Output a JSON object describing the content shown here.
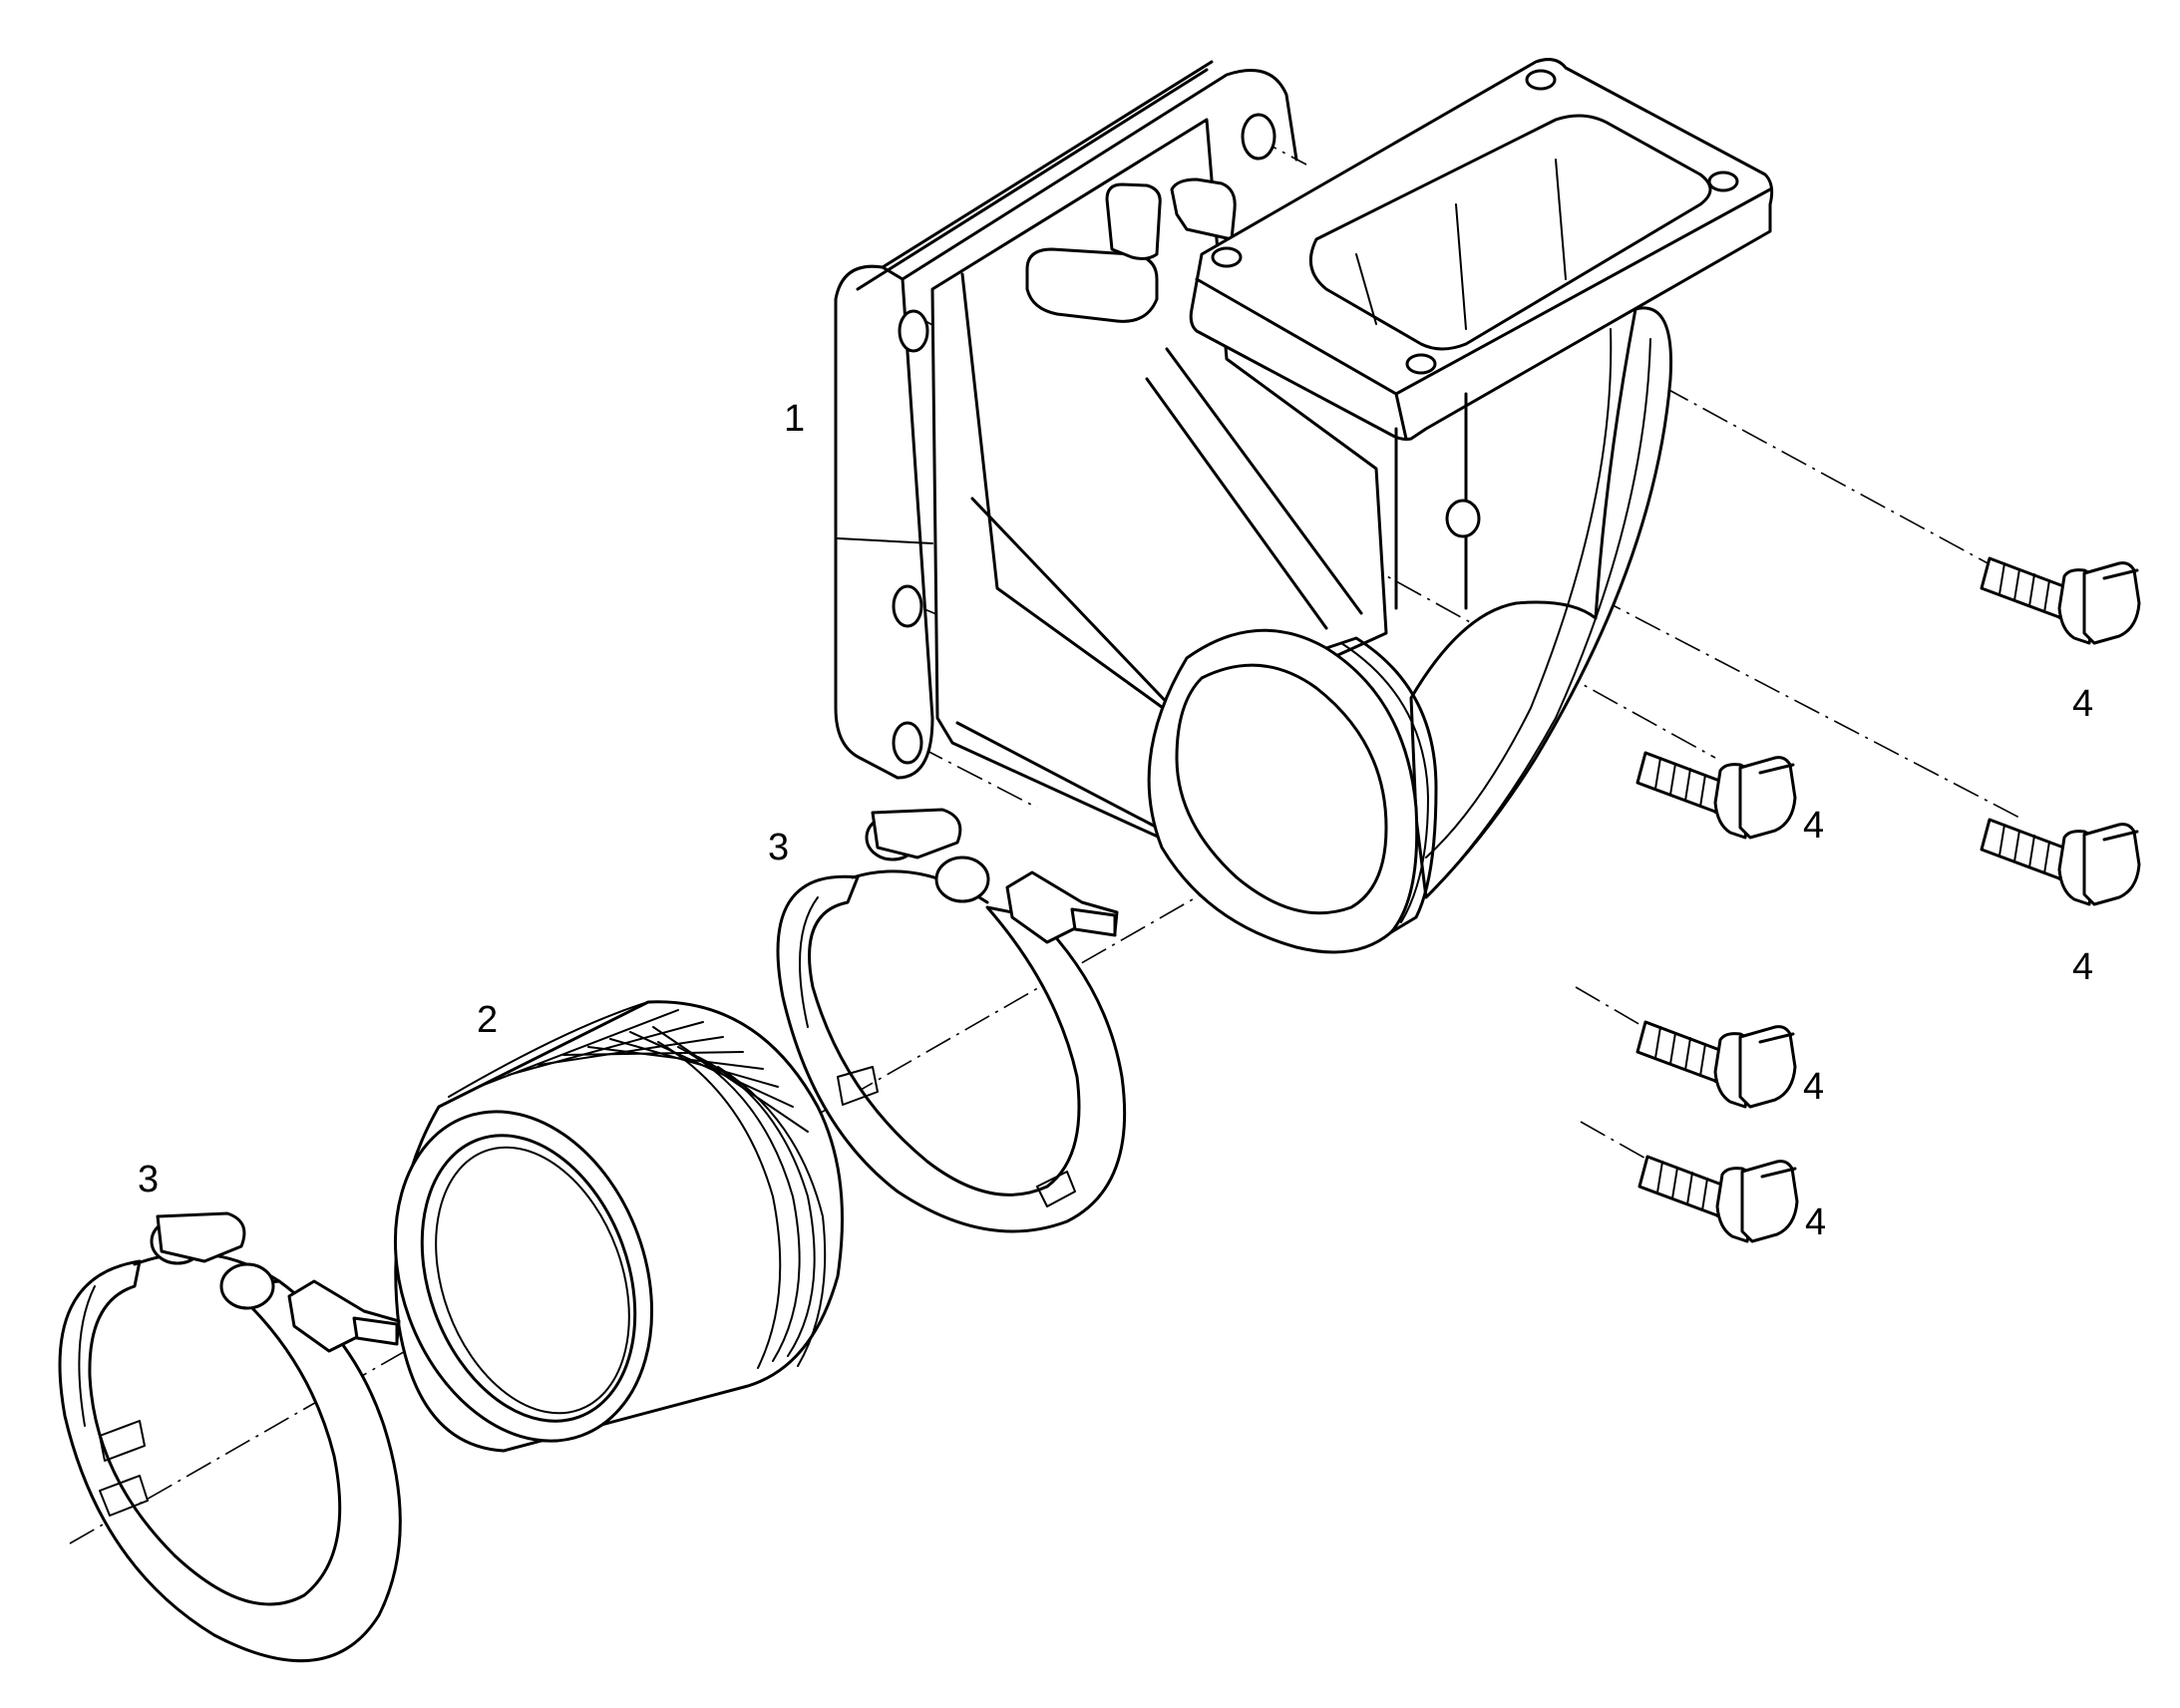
{
  "callouts": [
    {
      "id": "c1",
      "label": "1"
    },
    {
      "id": "c2",
      "label": "2"
    },
    {
      "id": "c3a",
      "label": "3"
    },
    {
      "id": "c3b",
      "label": "3"
    },
    {
      "id": "c4a",
      "label": "4"
    },
    {
      "id": "c4b",
      "label": "4"
    },
    {
      "id": "c4c",
      "label": "4"
    },
    {
      "id": "c4d",
      "label": "4"
    },
    {
      "id": "c4e",
      "label": "4"
    }
  ]
}
